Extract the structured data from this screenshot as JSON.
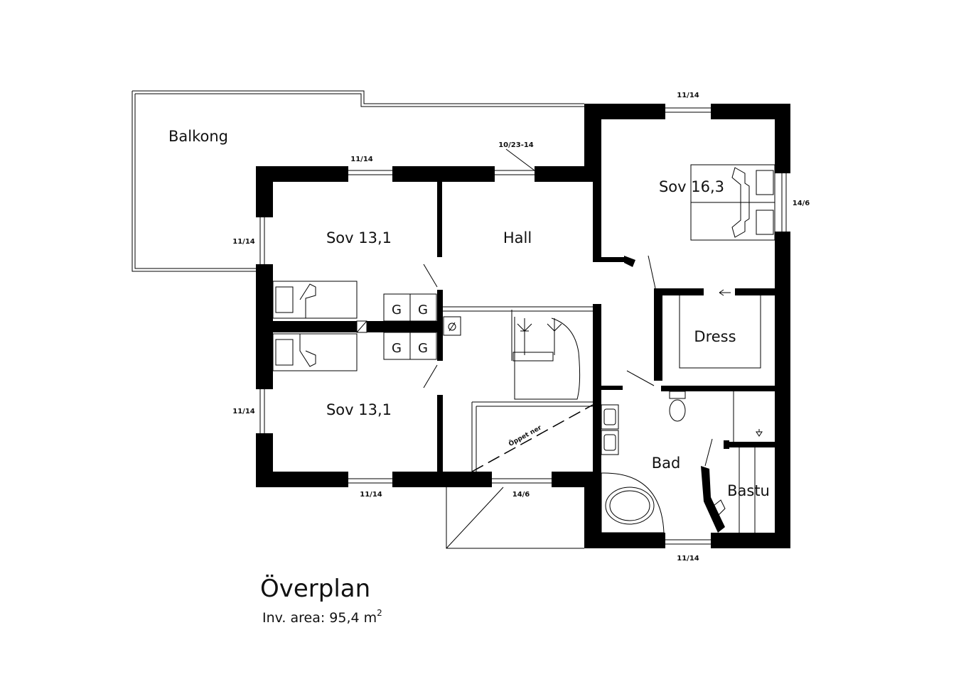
{
  "plan": {
    "title": "Överplan",
    "area_label": "Inv. area: 95,4 m",
    "area_sup": "2",
    "rooms": {
      "balkong": "Balkong",
      "hall": "Hall",
      "sov_master": "Sov 16,3",
      "sov_upper": "Sov 13,1",
      "sov_lower": "Sov 13,1",
      "dress": "Dress",
      "bad": "Bad",
      "bastu": "Bastu"
    },
    "windows": {
      "top_right": "11/14",
      "top_left": "11/14",
      "hall_door": "10/23-14",
      "east": "14/6",
      "west_upper": "11/14",
      "west_lower": "11/14",
      "bottom_left": "11/14",
      "bottom_mid": "14/6",
      "bottom_right": "11/14"
    },
    "wardrobe_mark": "G",
    "void_note": "Öppet ner"
  }
}
